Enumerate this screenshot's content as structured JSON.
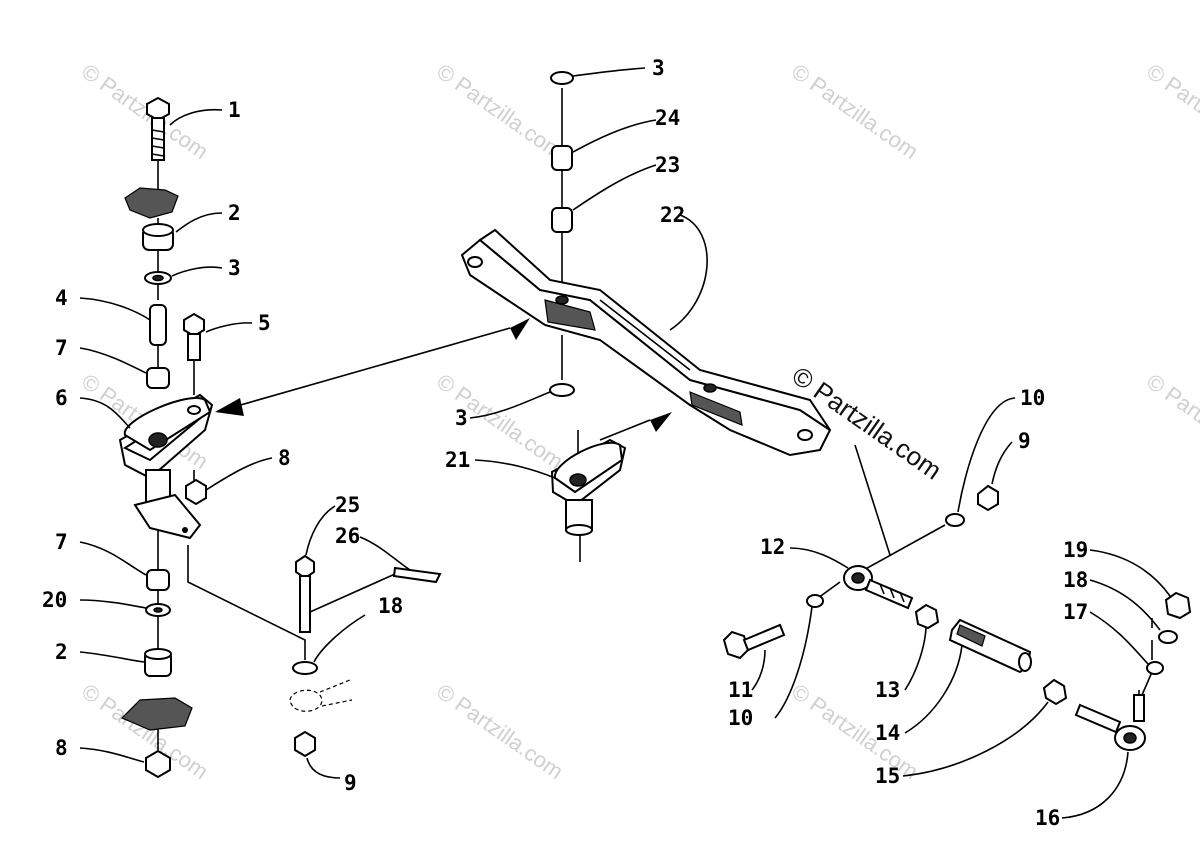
{
  "watermark": "© Partzilla.com",
  "callouts": [
    "1",
    "2",
    "3",
    "4",
    "5",
    "6",
    "7",
    "8",
    "7",
    "20",
    "2",
    "8",
    "25",
    "26",
    "18",
    "9",
    "3",
    "24",
    "23",
    "22",
    "3",
    "21",
    "10",
    "9",
    "12",
    "11",
    "10",
    "13",
    "14",
    "15",
    "16",
    "19",
    "18",
    "17"
  ],
  "colors": {
    "line": "#000000",
    "watermark": "#d0d0d0",
    "background": "#ffffff"
  }
}
